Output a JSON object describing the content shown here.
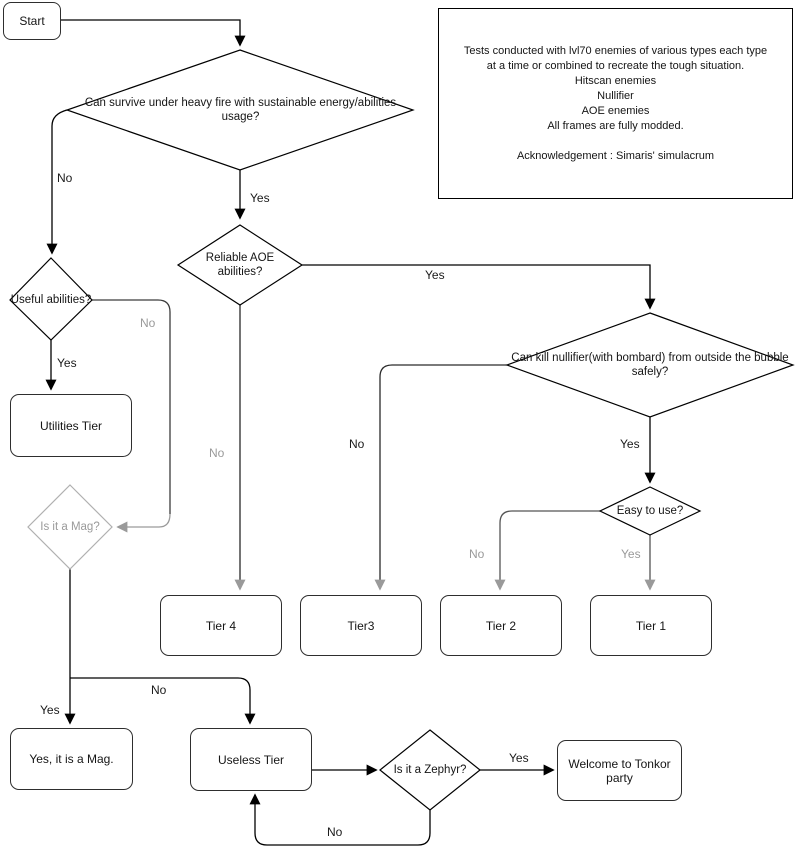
{
  "colors": {
    "line": "#000000",
    "muted": "#9a9a9a"
  },
  "note_box": {
    "lines": [
      "Tests conducted with lvl70 enemies of various types each type",
      "at a time or combined to recreate the tough situation.",
      "Hitscan enemies",
      "Nullifier",
      "AOE enemies",
      "All frames are fully modded.",
      "",
      "Acknowledgement : Simaris' simulacrum"
    ]
  },
  "nodes": {
    "start": "Start",
    "q_survive": "Can survive under heavy fire with sustainable energy/abilities usage?",
    "q_useful": "Useful abilities?",
    "utilities_tier": "Utilities Tier",
    "q_mag": "Is it a Mag?",
    "q_aoe": "Reliable AOE abilities?",
    "q_nullifier": "Can kill nullifier(with bombard) from outside the bubble safely?",
    "q_easy": "Easy to use?",
    "tier4": "Tier 4",
    "tier3": "Tier3",
    "tier2": "Tier 2",
    "tier1": "Tier 1",
    "yes_mag": "Yes, it is a Mag.",
    "useless_tier": "Useless Tier",
    "q_zephyr": "Is it a Zephyr?",
    "tonkor": "Welcome to Tonkor party"
  },
  "labels": {
    "survive_no": "No",
    "survive_yes": "Yes",
    "useful_no": "No",
    "useful_yes": "Yes",
    "aoe_yes": "Yes",
    "aoe_no": "No",
    "null_no": "No",
    "null_yes": "Yes",
    "easy_no": "No",
    "easy_yes": "Yes",
    "mag_yes": "Yes",
    "mag_no": "No",
    "zephyr_yes": "Yes",
    "zephyr_no": "No"
  }
}
